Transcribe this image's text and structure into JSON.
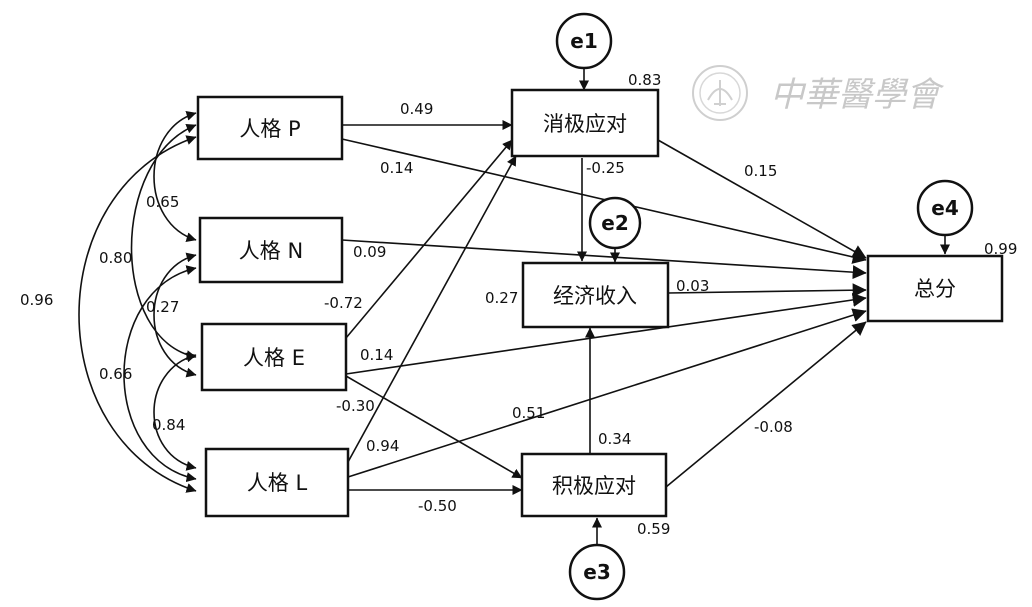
{
  "nodes": {
    "p": "人格 P",
    "n": "人格 N",
    "e": "人格 E",
    "l": "人格 L",
    "neg": "消极应对",
    "pos": "积极应对",
    "income": "经济收入",
    "total": "总分"
  },
  "errors": {
    "e1": "e1",
    "e2": "e2",
    "e3": "e3",
    "e4": "e4"
  },
  "r2": {
    "neg": "0.83",
    "income": "0.27",
    "pos": "0.59",
    "total": "0.99"
  },
  "paths": {
    "p_neg": "0.49",
    "p_total": "0.14",
    "n_total": "0.09",
    "e_neg": "-0.72",
    "e_total": "0.14",
    "e_pos": "-0.30",
    "l_neg": "0.94",
    "l_total": "0.51",
    "l_pos": "-0.50",
    "neg_income": "-0.25",
    "neg_total": "0.15",
    "income_total": "0.03",
    "pos_income": "0.34",
    "pos_total": "-0.08"
  },
  "correlations": {
    "p_n": "0.65",
    "p_e": "0.80",
    "p_l": "0.96",
    "n_e": "0.27",
    "n_l": "0.66",
    "e_l": "0.84"
  },
  "watermark": {
    "text": "中華醫學會"
  }
}
